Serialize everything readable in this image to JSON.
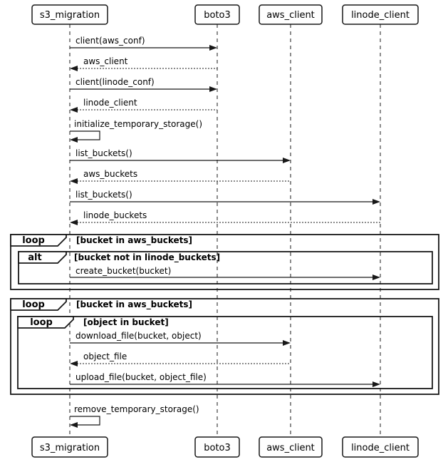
{
  "diagram_type": "uml-sequence-diagram",
  "participants": [
    {
      "label": "s3_migration"
    },
    {
      "label": "boto3"
    },
    {
      "label": "aws_client"
    },
    {
      "label": "linode_client"
    }
  ],
  "messages": {
    "client_aws_conf": "client(aws_conf)",
    "return_aws_client": "aws_client",
    "client_linode_conf": "client(linode_conf)",
    "return_linode_client": "linode_client",
    "init_storage": "initialize_temporary_storage()",
    "list_buckets_aws": "list_buckets()",
    "return_aws_buckets": "aws_buckets",
    "list_buckets_linode": "list_buckets()",
    "return_linode_buckets": "linode_buckets",
    "create_bucket": "create_bucket(bucket)",
    "download_file": "download_file(bucket, object)",
    "return_object_file": "object_file",
    "upload_file": "upload_file(bucket, object_file)",
    "remove_storage": "remove_temporary_storage()"
  },
  "frames": {
    "loop_create": {
      "label": "loop",
      "guard": "[bucket in aws_buckets]"
    },
    "alt_create": {
      "label": "alt",
      "guard": "[bucket not in linode_buckets]"
    },
    "loop_copy": {
      "label": "loop",
      "guard": "[bucket in aws_buckets]"
    },
    "loop_objects": {
      "label": "loop",
      "guard": "[object in bucket]"
    }
  },
  "colors": {
    "background": "#FFFFFF",
    "line": "#181818",
    "participant_fill": "#FEFEFE",
    "text": "#000000"
  }
}
